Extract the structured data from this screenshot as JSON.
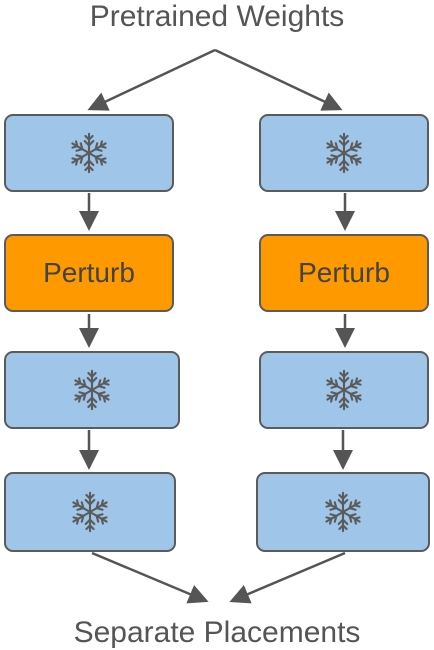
{
  "diagram": {
    "top_label": "Pretrained Weights",
    "bottom_label": "Separate Placements",
    "columns": [
      {
        "name": "left",
        "blocks": [
          {
            "kind": "frozen",
            "icon": "snowflake-icon",
            "label": ""
          },
          {
            "kind": "perturb",
            "icon": "",
            "label": "Perturb"
          },
          {
            "kind": "frozen",
            "icon": "snowflake-icon",
            "label": ""
          },
          {
            "kind": "frozen",
            "icon": "snowflake-icon",
            "label": ""
          }
        ]
      },
      {
        "name": "right",
        "blocks": [
          {
            "kind": "frozen",
            "icon": "snowflake-icon",
            "label": ""
          },
          {
            "kind": "perturb",
            "icon": "",
            "label": "Perturb"
          },
          {
            "kind": "frozen",
            "icon": "snowflake-icon",
            "label": ""
          },
          {
            "kind": "frozen",
            "icon": "snowflake-icon",
            "label": ""
          }
        ]
      }
    ]
  },
  "colors": {
    "frozen_fill": "#9fc5e8",
    "perturb_fill": "#ff9900",
    "stroke": "#5b5b5b",
    "text": "#555555"
  }
}
